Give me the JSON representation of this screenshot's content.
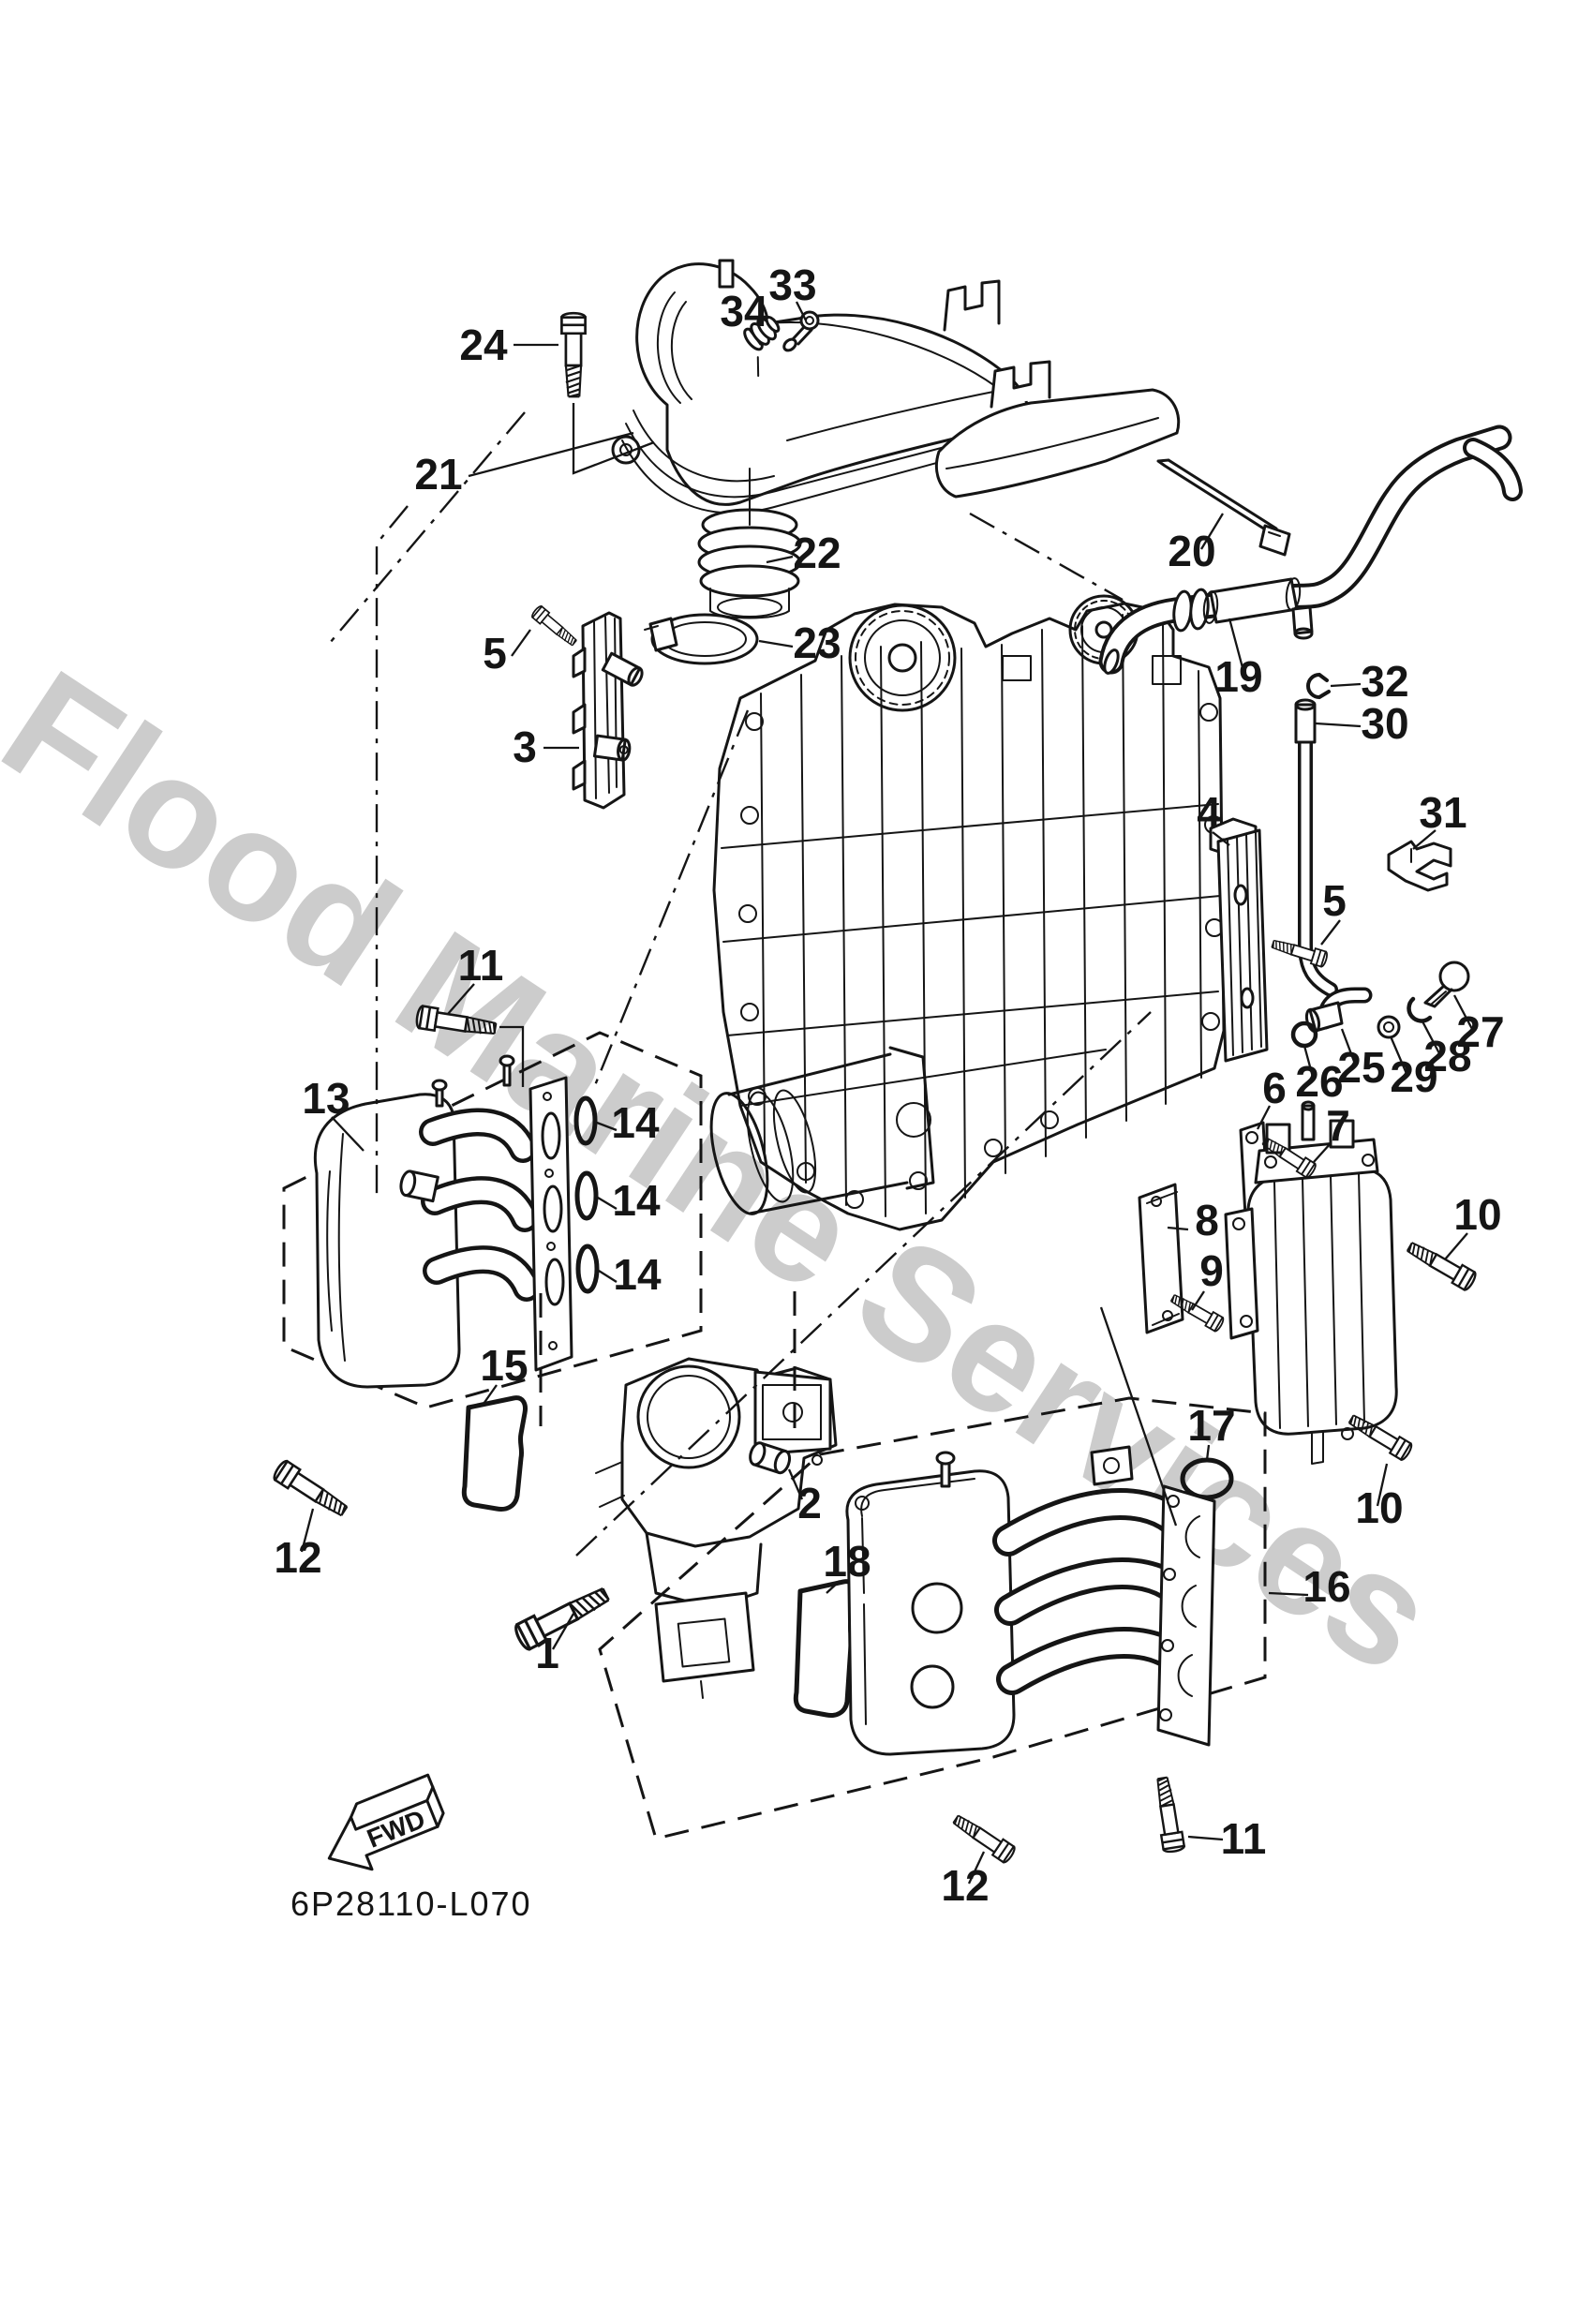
{
  "watermark": "Flood Marine Services",
  "diagram_code": "6P28110-L070",
  "fwd_label": "FWD",
  "callouts": {
    "c1": "1",
    "c2": "2",
    "c3": "3",
    "c4": "4",
    "c5l": "5",
    "c5r": "5",
    "c6": "6",
    "c7": "7",
    "c8": "8",
    "c9": "9",
    "c10t": "10",
    "c10b": "10",
    "c11tl": "11",
    "c11b": "11",
    "c12l": "12",
    "c12b": "12",
    "c13": "13",
    "c14a": "14",
    "c14b": "14",
    "c14c": "14",
    "c15": "15",
    "c16": "16",
    "c17": "17",
    "c18": "18",
    "c19": "19",
    "c20": "20",
    "c21": "21",
    "c22": "22",
    "c23": "23",
    "c24": "24",
    "c25": "25",
    "c26": "26",
    "c27": "27",
    "c28": "28",
    "c29": "29",
    "c30": "30",
    "c31": "31",
    "c32": "32",
    "c33": "33",
    "c34": "34"
  }
}
